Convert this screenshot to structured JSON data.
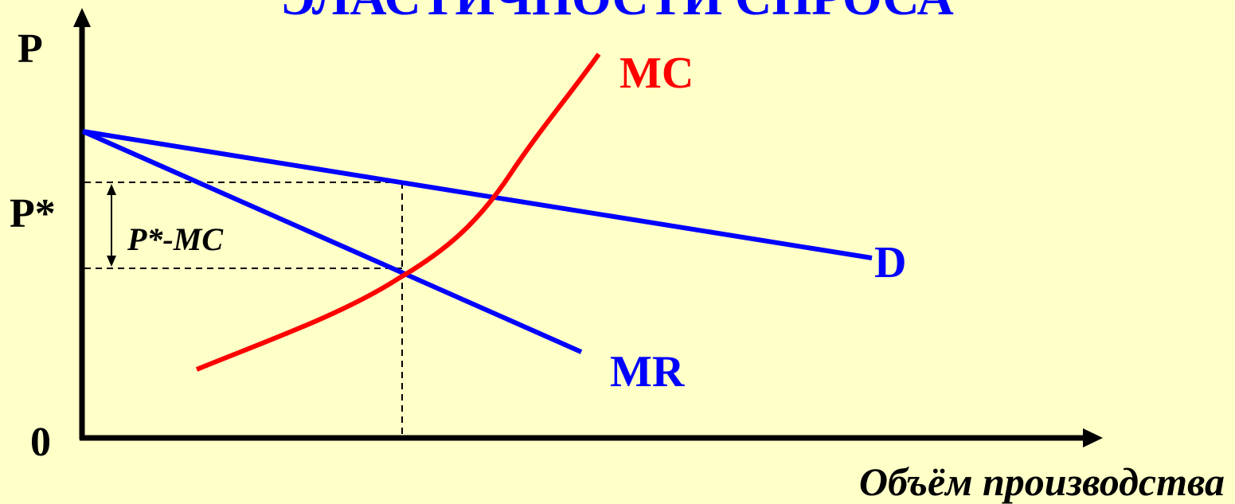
{
  "title_partial": "ЭЛАСТИЧНОСТИ СПРОСА",
  "axes": {
    "y_label": "P",
    "y_marker": "P*",
    "origin": "0",
    "x_label": "Объём производства"
  },
  "curves": {
    "mc_label": "MC",
    "demand_label": "D",
    "mr_label": "MR"
  },
  "annotation": {
    "markup_label": "P*-MC"
  },
  "colors": {
    "background": "#ffffc8",
    "demand": "#0000ff",
    "mr": "#0000ff",
    "mc": "#ff0000",
    "axes": "#000000",
    "title": "#0000ff"
  }
}
